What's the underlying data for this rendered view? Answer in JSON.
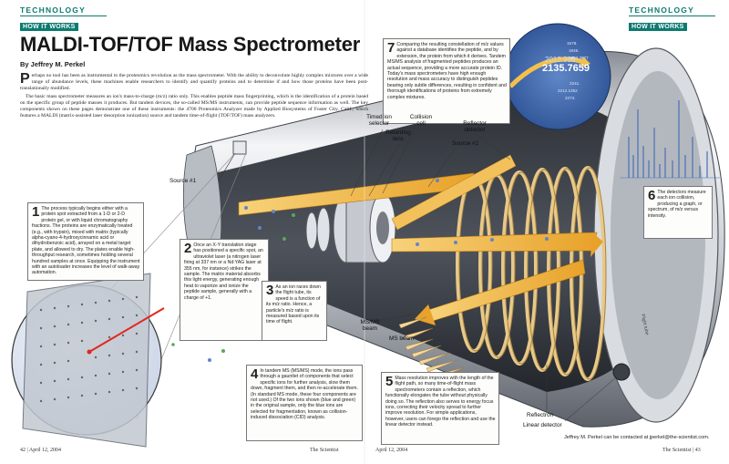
{
  "header": {
    "section_left": "TECHNOLOGY",
    "sub_left": "HOW IT WORKS",
    "section_right": "TECHNOLOGY",
    "sub_right": "HOW IT WORKS"
  },
  "article": {
    "title": "MALDI-TOF/TOF Mass Spectrometer",
    "byline": "By Jeffrey M. Perkel",
    "dropcap": "P",
    "para1": "erhaps no tool has been as instrumental to the proteomics revolution as the mass spectrometer. With the ability to deconvolute highly complex mixtures over a wide range of abundance levels, these machines enable researchers to identify and quantify proteins and to determine if and how those proteins have been post-translationally modified.",
    "para2": "The basic mass spectrometer measures an ion's mass-to-charge (m/z) ratio only. This enables peptide mass fingerprinting, which is the identification of a protein based on the specific group of peptide masses it produces. But tandem devices, the so-called MS/MS instruments, can provide peptide sequence information as well. The key components shown on these pages demonstrate one of these instruments: the 4700 Proteomics Analyzer made by Applied Biosystems of Foster City, Calif., which features a MALDI (matrix-assisted laser desorption ionization) source and tandem time-of-flight (TOF/TOF) mass analyzers."
  },
  "callouts": [
    {
      "num": "1",
      "text": "The process typically begins either with a protein spot extracted from a 1-D or 2-D protein gel, or with liquid chromatography fractions. The proteins are enzymatically treated (e.g., with trypsin), mixed with matrix (typically alpha-cyano-4-hydroxycinnamic acid or dihydrobenzoic acid), arrayed on a metal target plate, and allowed to dry. The plates enable high-throughput research, sometimes holding several hundred samples at once. Equipping the instrument with an autoloader increases the level of walk-away automation."
    },
    {
      "num": "2",
      "text": "Once an X-Y translation stage has positioned a specific spot, an ultraviolet laser (a nitrogen laser firing at 337 nm or a Nd:YAG laser at 355 nm, for instance) strikes the sample. The matrix material absorbs this light energy, generating enough heat to vaporize and ionize the peptide sample, generally with a charge of +1."
    },
    {
      "num": "3",
      "text": "As an ion races down the flight tube, its speed is a function of its m/z ratio. Hence, a particle's m/z ratio is measured based upon its time of flight."
    },
    {
      "num": "4",
      "text": "In tandem MS (MS/MS) mode, the ions pass through a gauntlet of components that select specific ions for further analysis, slow them down, fragment them, and then re-accelerate them. (In standard MS mode, these four components are not used.) Of the two ions shown (blue and green) in the original sample, only the blue ions are selected for fragmentation, known as collision-induced dissociation (CID) analysis."
    },
    {
      "num": "5",
      "text": "Mass resolution improves with the length of the flight path, so many time-of-flight mass spectrometers contain a reflection, which functionally elongates the tube without physically doing so. The reflection also serves to energy focus ions, correcting their velocity spread to further improve resolution. For simple applications, however, users can forego the reflection and use the linear detector instead."
    },
    {
      "num": "6",
      "text": "The detectors measure each ion collision, producing a graph, or spectrum, of m/z versus intensity."
    },
    {
      "num": "7",
      "text": "Comparing the resulting constellation of m/z values against a database identifies the peptide, and by extension, the protein from which it derives. Tandem MS/MS analysis of fragmented peptides produces an actual sequence, providing a more accurate protein ID. Today's mass spectrometers have high enough resolution and mass accuracy to distinguish peptides bearing only subtle differences, resulting in confident and thorough identifications of proteins from extremely complex mixtures."
    }
  ],
  "labels": {
    "source1": "Source #1",
    "source2": "Source #2",
    "timed_ion": "Timed ion selector",
    "retarding": "Retarding lens",
    "collision": "Collision cell",
    "reflector_det": "Reflector detector",
    "msms_beam": "MS/MS beam",
    "ms_beam": "MS beam",
    "reflectron": "Reflectron",
    "linear_det": "Linear detector",
    "flight_tube": "Flight tube"
  },
  "spectrum": {
    "big_value": "2135.7659",
    "top_value": "2013.909",
    "list_values": [
      "1578.",
      "1846.",
      "1903.3677",
      "2241.",
      "2212.1352",
      "2274."
    ]
  },
  "footer": {
    "left": "42  |  April 12, 2004",
    "left_center": "The Scientist",
    "right_center": "April 12, 2004",
    "right": "The Scientist  |  43",
    "credit": "Jeffrey M. Perkel can be contacted at jperkel@the-scientist.com."
  },
  "colors": {
    "teal": "#0d7a70",
    "beam": "#f1b43a",
    "laser": "#e0281e",
    "ion_blue": "#5d86c8",
    "ion_green": "#5aa85a"
  }
}
